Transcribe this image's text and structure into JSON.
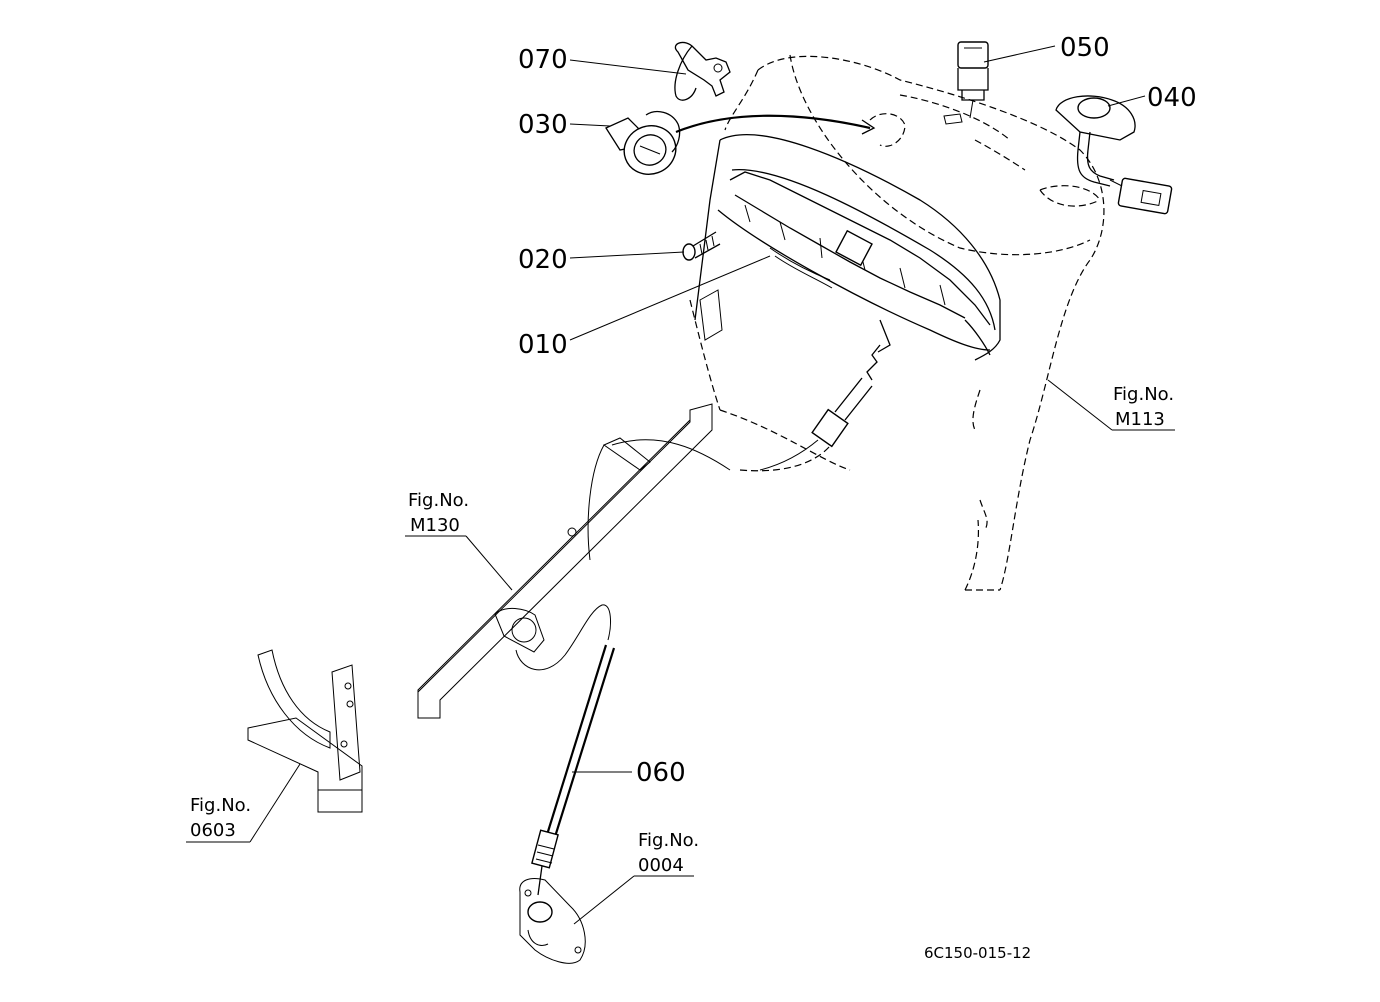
{
  "parts": [
    {
      "id": "p070",
      "number": "070"
    },
    {
      "id": "p030",
      "number": "030"
    },
    {
      "id": "p020",
      "number": "020"
    },
    {
      "id": "p010",
      "number": "010"
    },
    {
      "id": "p050",
      "number": "050"
    },
    {
      "id": "p040",
      "number": "040"
    },
    {
      "id": "p060",
      "number": "060"
    }
  ],
  "fig_refs": [
    {
      "id": "m113",
      "prefix": "Fig.No.",
      "number": "M113"
    },
    {
      "id": "m130",
      "prefix": "Fig.No.",
      "number": "M130"
    },
    {
      "id": "f0603",
      "prefix": "Fig.No.",
      "number": "0603"
    },
    {
      "id": "f0004",
      "prefix": "Fig.No.",
      "number": "0004"
    }
  ],
  "drawing_code": "6C150-015-12"
}
